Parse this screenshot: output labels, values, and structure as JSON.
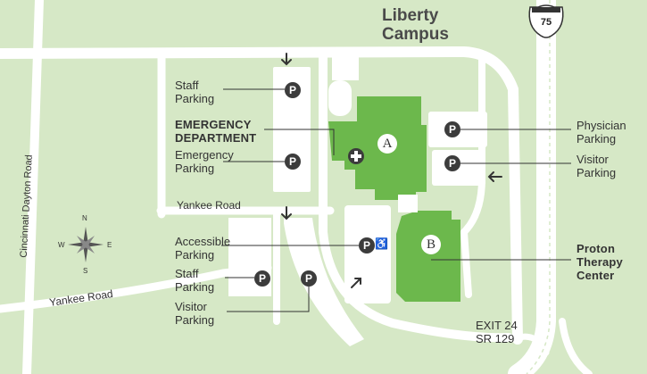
{
  "map": {
    "title": "Liberty\nCampus",
    "colors": {
      "background": "#d6e8c6",
      "road": "#ffffff",
      "lot": "#ffffff",
      "building": "#6cb84c",
      "pin": "#3c3c3c",
      "text": "#333333"
    },
    "buildings": [
      {
        "id": "A",
        "letter": "A",
        "note": "plus-icon marks emergency entrance"
      },
      {
        "id": "B",
        "letter": "B"
      }
    ],
    "roads": {
      "cincinnati_dayton": "Cincinnati Dayton Road",
      "yankee_upper": "Yankee Road",
      "yankee_lower": "Yankee Road",
      "highway_shield": "75"
    },
    "labels": {
      "staff_parking_top": "Staff\nParking",
      "emergency_department": "EMERGENCY\nDEPARTMENT",
      "emergency_parking": "Emergency\nParking",
      "accessible_parking": "Accessible\nParking",
      "staff_parking_bottom": "Staff\nParking",
      "visitor_parking_bottom": "Visitor\nParking",
      "physician_parking": "Physician\nParking",
      "visitor_parking_right": "Visitor\nParking",
      "proton_therapy": "Proton\nTherapy\nCenter",
      "exit": "EXIT 24\nSR 129"
    },
    "parking_symbol": "P",
    "compass": {
      "n": "N",
      "s": "S",
      "e": "E",
      "w": "W"
    }
  }
}
